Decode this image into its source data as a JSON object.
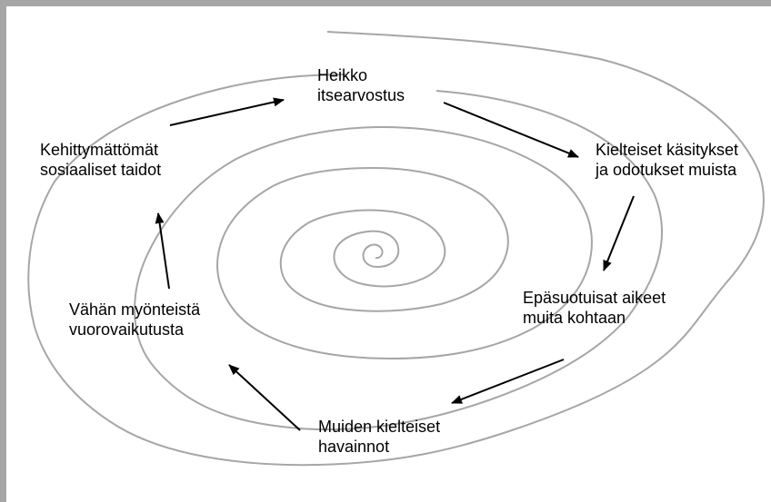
{
  "diagram": {
    "nodes": [
      {
        "id": "heikko",
        "line1": "Heikko",
        "line2": "itsearvostus"
      },
      {
        "id": "kielteiset",
        "line1": "Kielteiset käsitykset",
        "line2": "ja odotukset muista"
      },
      {
        "id": "epasuotuisat",
        "line1": "Epäsuotuisat aikeet",
        "line2": "muita kohtaan"
      },
      {
        "id": "muiden",
        "line1": "Muiden kielteiset",
        "line2": "havainnot"
      },
      {
        "id": "vahan",
        "line1": "Vähän myönteistä",
        "line2": "vuorovaikutusta"
      },
      {
        "id": "kehitty",
        "line1": "Kehittymättömät",
        "line2": "sosiaaliset taidot"
      }
    ],
    "colors": {
      "spiral": "#a6a6a6",
      "arrow": "#000000",
      "border": "#a6a6a6"
    }
  }
}
